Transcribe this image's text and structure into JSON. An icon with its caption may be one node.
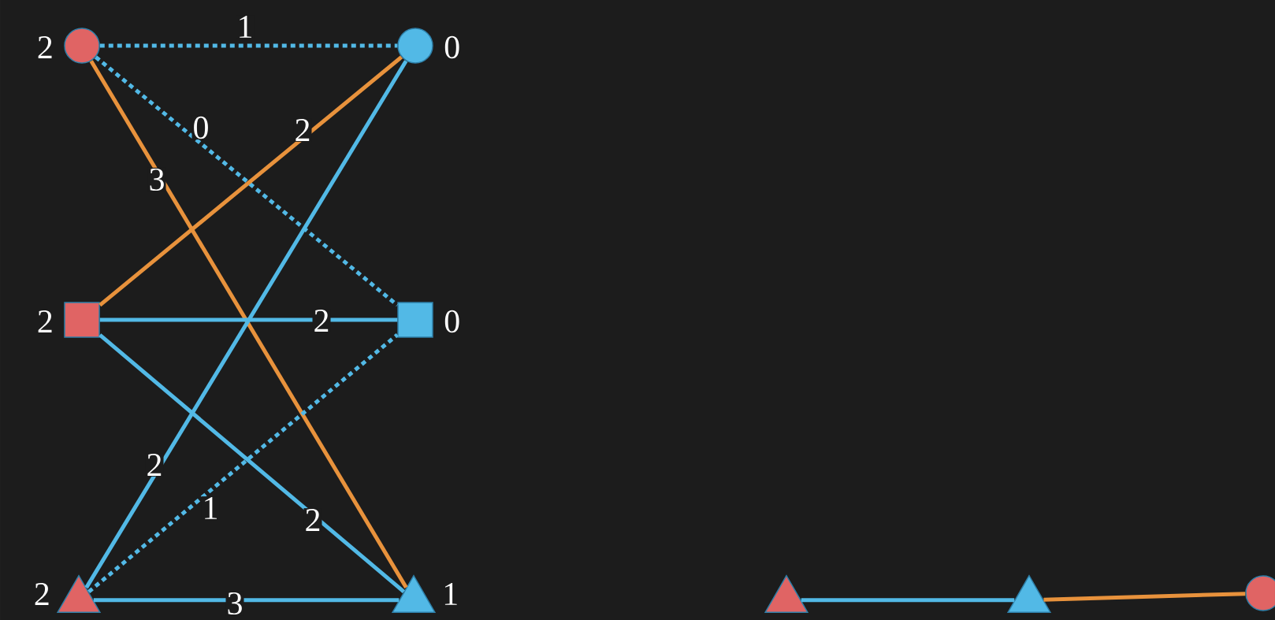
{
  "diagram": {
    "nodes": [
      {
        "text": [],
        "shape": "circle",
        "beside": [
          "2"
        ]
      },
      {
        "text": [],
        "shape": "circle",
        "beside": [
          "0"
        ]
      },
      {
        "text": [],
        "shape": "box",
        "beside": [
          "2"
        ]
      },
      {
        "text": [],
        "shape": "box",
        "beside": [
          "0"
        ]
      },
      {
        "text": [],
        "shape": "triangle",
        "beside": [
          "2"
        ]
      },
      {
        "text": [],
        "shape": "triangle",
        "beside": [
          "1"
        ]
      },
      {
        "text": [],
        "shape": "triangle"
      },
      {
        "text": [],
        "shape": "triangle"
      },
      {
        "text": [],
        "shape": "circle"
      }
    ],
    "edges": [
      {
        "from": 0,
        "to": 1,
        "arrow": "none",
        "label": "1",
        "style": "dashed"
      },
      {
        "from": 0,
        "to": 3,
        "arrow": "none",
        "label": "0",
        "style": "dashed"
      },
      {
        "from": 0,
        "to": 5,
        "arrow": "none",
        "label": "3",
        "color": "#e8923c"
      },
      {
        "from": 2,
        "to": 1,
        "arrow": "none",
        "label": "2",
        "color": "#e8923c"
      },
      {
        "from": 2,
        "to": 3,
        "arrow": "none",
        "label": "2"
      },
      {
        "from": 2,
        "to": 5,
        "arrow": "none",
        "label": "2"
      },
      {
        "from": 4,
        "to": 1,
        "arrow": "none",
        "label": "2"
      },
      {
        "from": 4,
        "to": 3,
        "arrow": "none",
        "label": "1",
        "style": "dashed"
      },
      {
        "from": 4,
        "to": 5,
        "arrow": "none",
        "label": "3"
      },
      {
        "from": 6,
        "to": 7,
        "arrow": "none"
      },
      {
        "from": 7,
        "to": 8,
        "arrow": "none",
        "color": "#e8923c"
      }
    ]
  }
}
